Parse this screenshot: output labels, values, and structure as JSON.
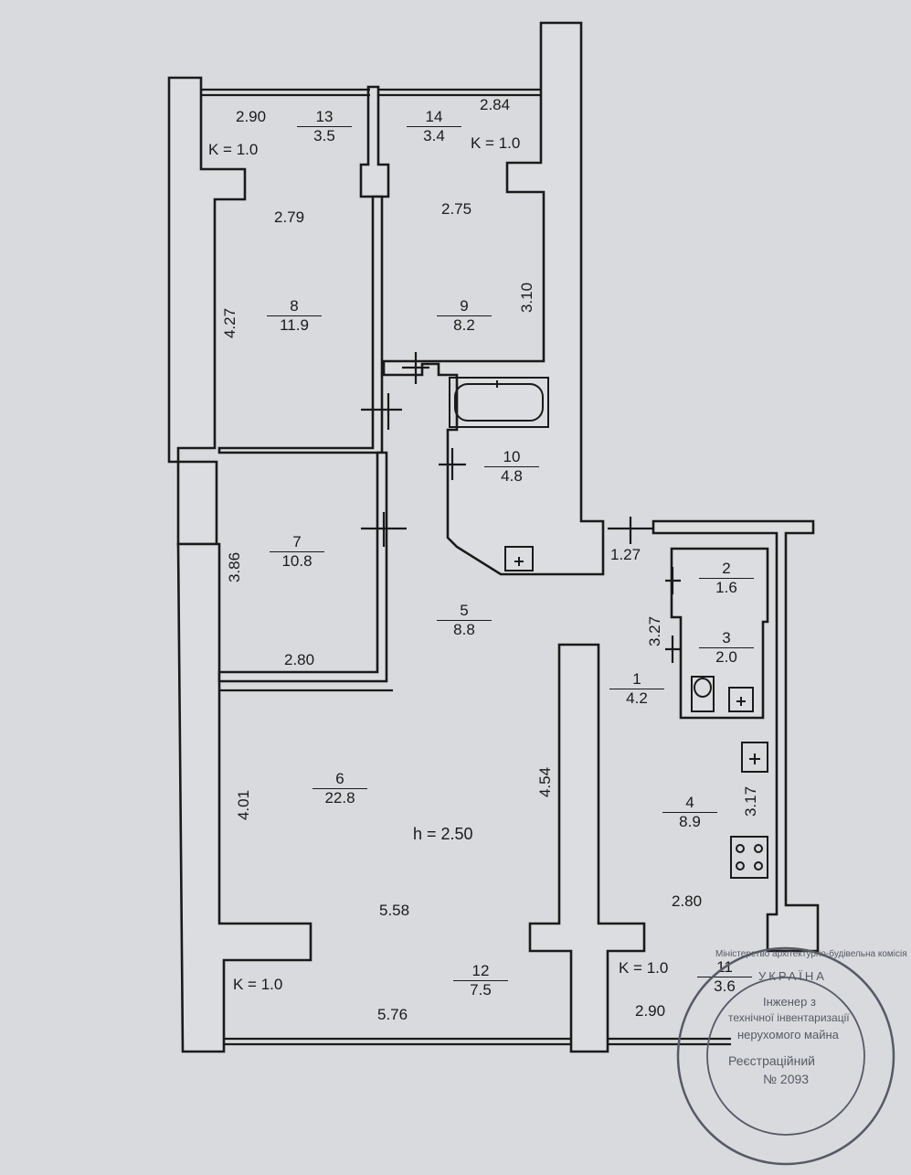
{
  "plan": {
    "height_label": "h = 2.50",
    "rooms": [
      {
        "id": "1",
        "num": "1",
        "area": "4.2"
      },
      {
        "id": "2",
        "num": "2",
        "area": "1.6"
      },
      {
        "id": "3",
        "num": "3",
        "area": "2.0"
      },
      {
        "id": "4",
        "num": "4",
        "area": "8.9"
      },
      {
        "id": "5",
        "num": "5",
        "area": "8.8"
      },
      {
        "id": "6",
        "num": "6",
        "area": "22.8"
      },
      {
        "id": "7",
        "num": "7",
        "area": "10.8"
      },
      {
        "id": "8",
        "num": "8",
        "area": "11.9"
      },
      {
        "id": "9",
        "num": "9",
        "area": "8.2"
      },
      {
        "id": "10",
        "num": "10",
        "area": "4.8"
      },
      {
        "id": "11",
        "num": "11",
        "area": "3.6"
      },
      {
        "id": "12",
        "num": "12",
        "area": "7.5"
      },
      {
        "id": "13",
        "num": "13",
        "area": "3.5"
      },
      {
        "id": "14",
        "num": "14",
        "area": "3.4"
      }
    ],
    "dimensions": {
      "d13_width": "2.90",
      "d14_width": "2.84",
      "d8_width": "2.79",
      "d8_height": "4.27",
      "d9_width": "2.75",
      "d9_height": "3.10",
      "d7_height": "3.86",
      "d7_width": "2.80",
      "d1_width": "1.27",
      "d1_height": "3.27",
      "d6_height": "4.01",
      "d6_width": "5.58",
      "d_partition": "4.54",
      "d4_height": "3.17",
      "d4_width": "2.80",
      "d12_width": "5.76",
      "d11_width": "2.90"
    },
    "coefficients": {
      "k13": "K = 1.0",
      "k14": "K = 1.0",
      "k12": "K = 1.0",
      "k11": "K = 1.0"
    }
  },
  "stamp": {
    "line1": "Інженер з",
    "line2": "технічної інвентаризації",
    "line3": "нерухомого майна",
    "line4": "Реєстраційний",
    "line5": "№ 2093",
    "arc_top": "УКРАЇНА",
    "arc_outer": "Міністерство архітектурно-будівельна комісія"
  },
  "colors": {
    "paper": "#d9dadd",
    "ink": "#1a1a1a",
    "wall_fill": "#dcdde0",
    "stamp_ink": "#555a66"
  }
}
